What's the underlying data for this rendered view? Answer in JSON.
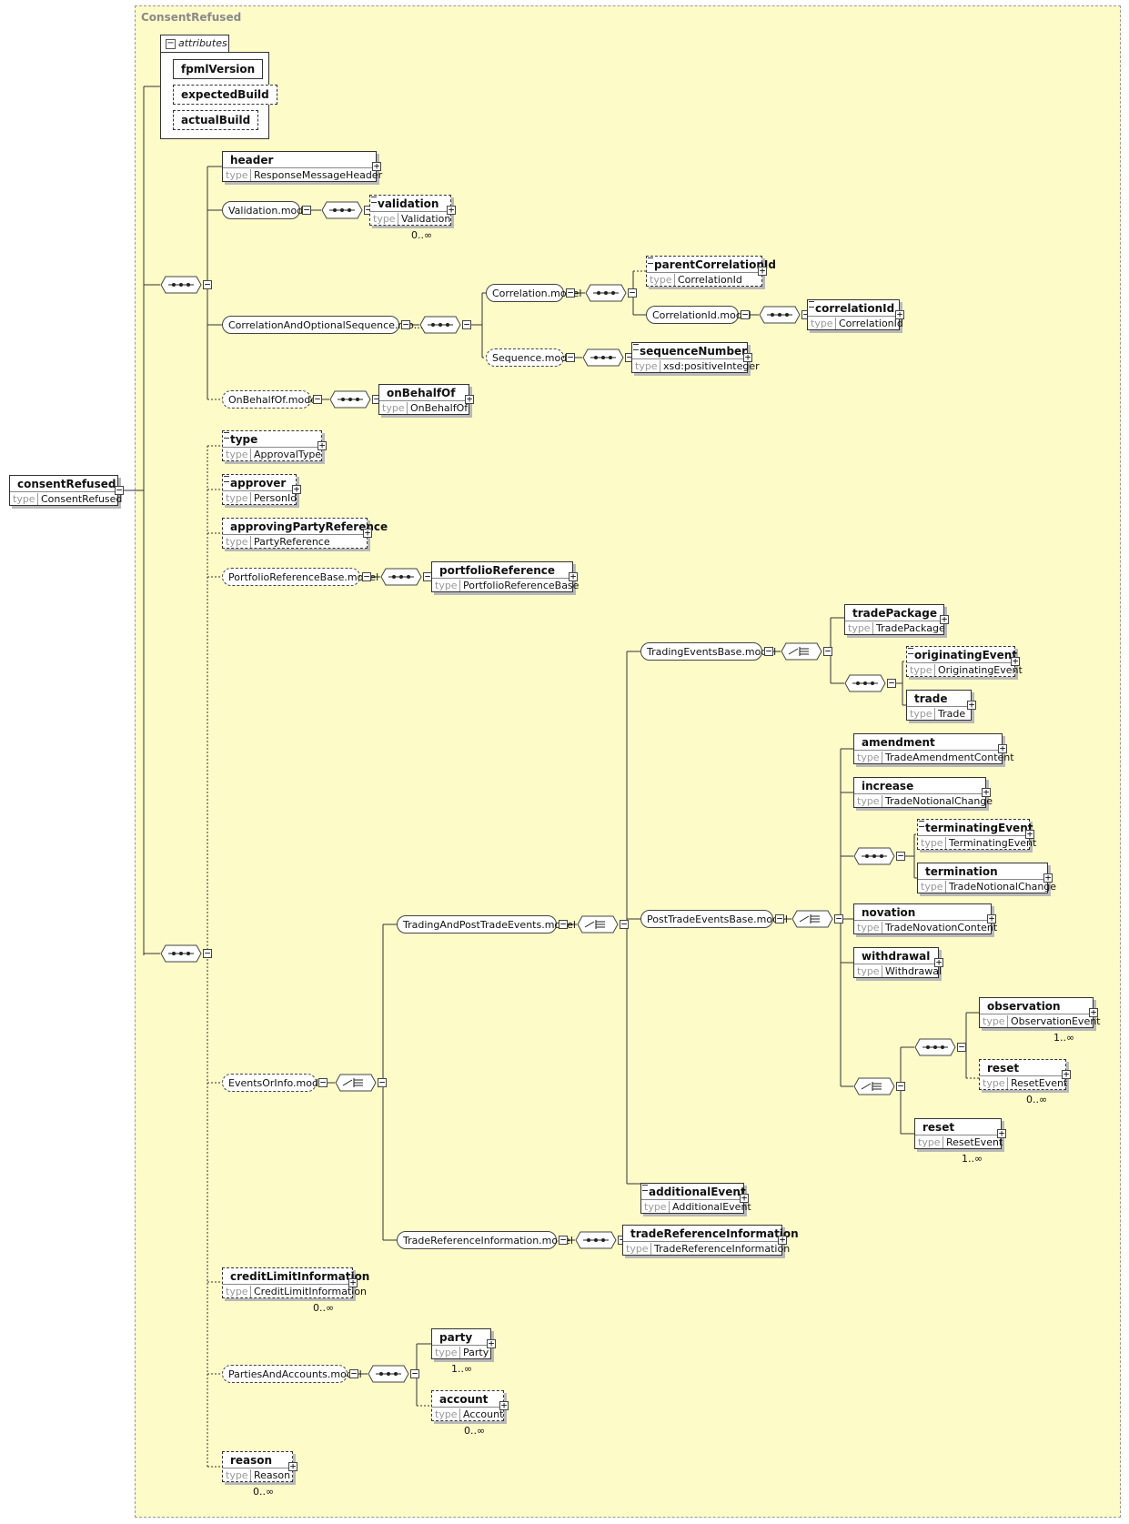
{
  "diagram": {
    "container_title": "ConsentRefused",
    "attributes_label": "attributes",
    "attributes": [
      "fpmlVersion",
      "expectedBuild",
      "actualBuild"
    ],
    "type_key": "type",
    "root": {
      "name": "consentRefused",
      "type": "ConsentRefused"
    },
    "elements": [
      {
        "name": "header",
        "type": "ResponseMessageHeader"
      },
      {
        "name": "validation",
        "type": "Validation",
        "card": "0..∞"
      },
      {
        "name": "parentCorrelationId",
        "type": "CorrelationId"
      },
      {
        "name": "correlationId",
        "type": "CorrelationId"
      },
      {
        "name": "sequenceNumber",
        "type": "xsd:positiveInteger"
      },
      {
        "name": "onBehalfOf",
        "type": "OnBehalfOf"
      },
      {
        "name": "type",
        "type": "ApprovalType"
      },
      {
        "name": "approver",
        "type": "PersonId"
      },
      {
        "name": "approvingPartyReference",
        "type": "PartyReference"
      },
      {
        "name": "portfolioReference",
        "type": "PortfolioReferenceBase"
      },
      {
        "name": "tradePackage",
        "type": "TradePackage"
      },
      {
        "name": "originatingEvent",
        "type": "OriginatingEvent"
      },
      {
        "name": "trade",
        "type": "Trade"
      },
      {
        "name": "amendment",
        "type": "TradeAmendmentContent"
      },
      {
        "name": "increase",
        "type": "TradeNotionalChange"
      },
      {
        "name": "terminatingEvent",
        "type": "TerminatingEvent"
      },
      {
        "name": "termination",
        "type": "TradeNotionalChange"
      },
      {
        "name": "novation",
        "type": "TradeNovationContent"
      },
      {
        "name": "withdrawal",
        "type": "Withdrawal"
      },
      {
        "name": "observation",
        "type": "ObservationEvent",
        "card": "1..∞"
      },
      {
        "name": "reset",
        "type": "ResetEvent",
        "card": "0..∞"
      },
      {
        "name": "reset",
        "type": "ResetEvent",
        "card": "1..∞"
      },
      {
        "name": "additionalEvent",
        "type": "AdditionalEvent"
      },
      {
        "name": "tradeReferenceInformation",
        "type": "TradeReferenceInformation"
      },
      {
        "name": "creditLimitInformation",
        "type": "CreditLimitInformation",
        "card": "0..∞"
      },
      {
        "name": "party",
        "type": "Party",
        "card": "1..∞"
      },
      {
        "name": "account",
        "type": "Account",
        "card": "0..∞"
      },
      {
        "name": "reason",
        "type": "Reason",
        "card": "0..∞"
      }
    ],
    "groups": [
      "Validation.model",
      "CorrelationAndOptionalSequence.mo...",
      "Correlation.model",
      "CorrelationId.model",
      "Sequence.model",
      "OnBehalfOf.model",
      "PortfolioReferenceBase.model",
      "TradingEventsBase.model",
      "PostTradeEventsBase.model",
      "TradingAndPostTradeEvents.model",
      "EventsOrInfo.model",
      "TradeReferenceInformation.model",
      "PartiesAndAccounts.model"
    ]
  }
}
